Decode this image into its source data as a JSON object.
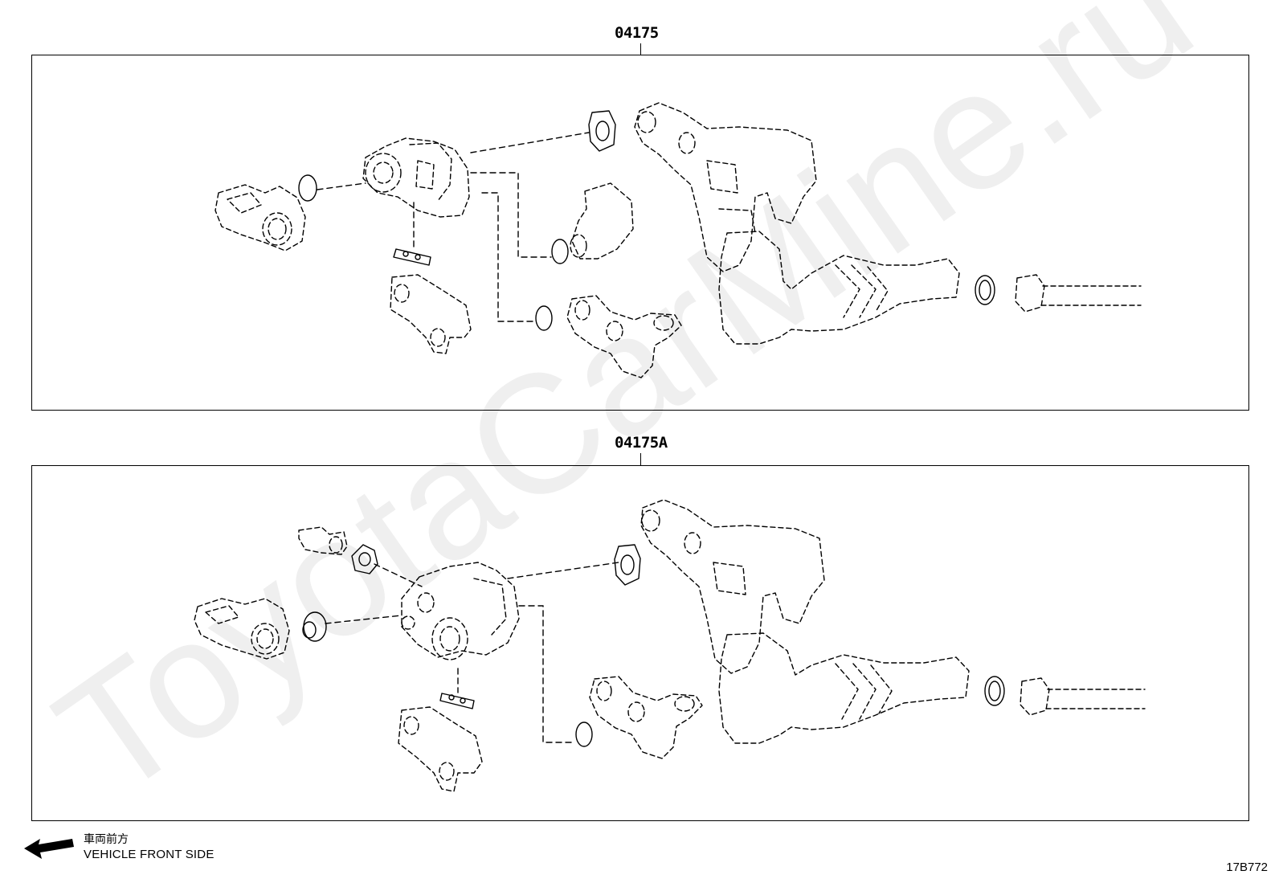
{
  "groups": [
    {
      "part_number": "04175"
    },
    {
      "part_number": "04175A"
    }
  ],
  "watermark": {
    "text": "ToyotaCarMine.ru"
  },
  "direction": {
    "label_jp": "車両前方",
    "label_en": "VEHICLE FRONT SIDE"
  },
  "illustration_code": "17B772"
}
